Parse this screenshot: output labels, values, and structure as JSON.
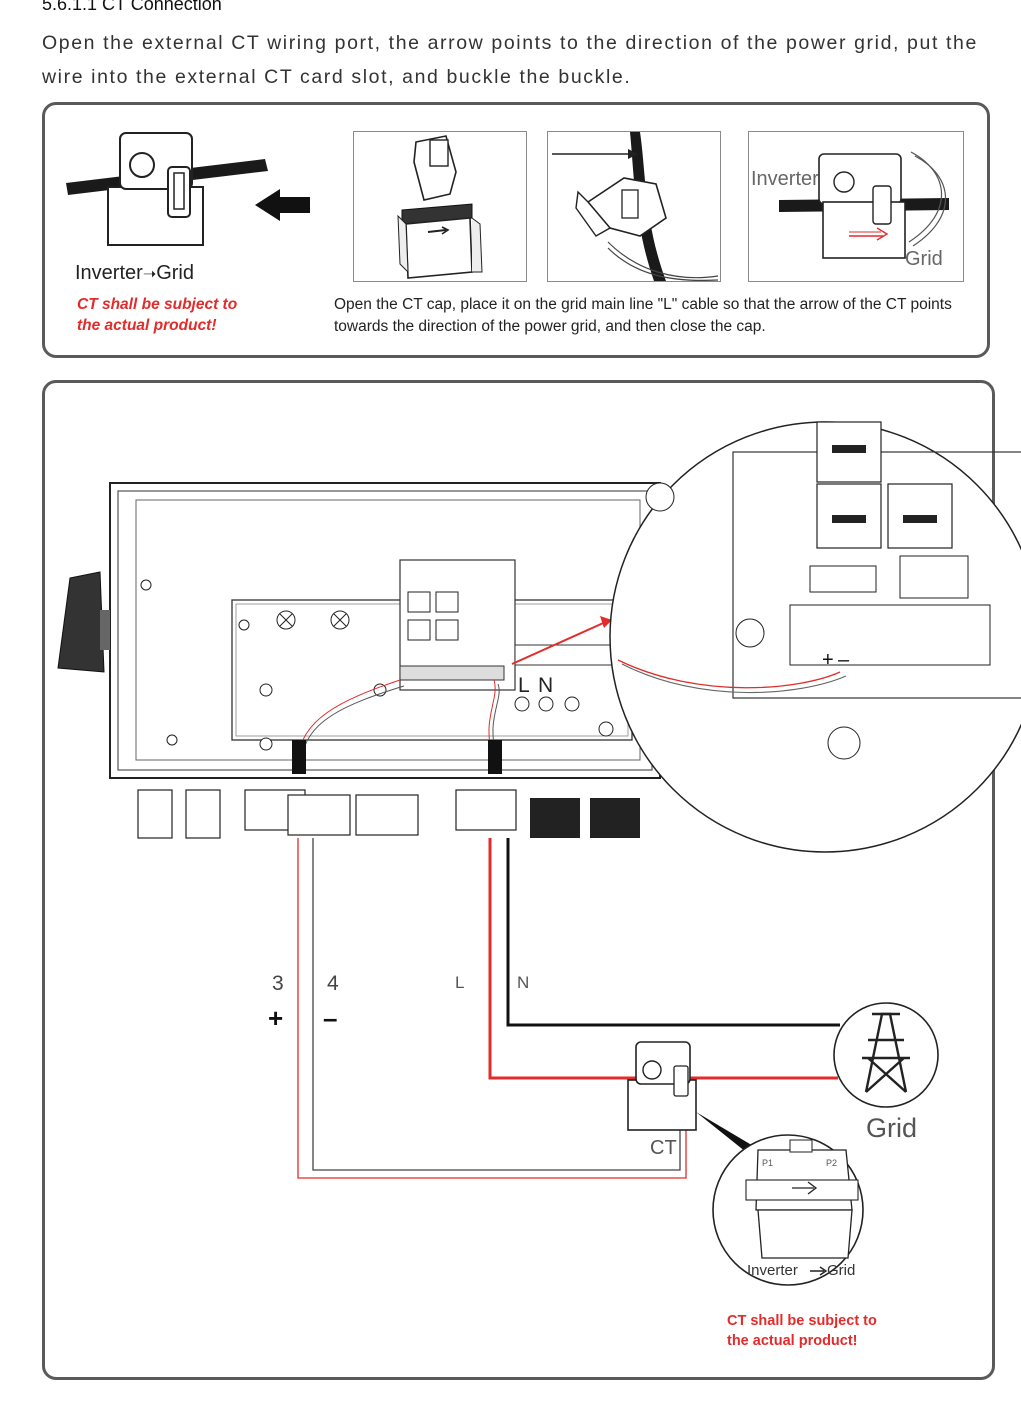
{
  "section": {
    "heading": "5.6.1.1  CT Connection",
    "intro": "Open the external CT wiring port, the arrow points to the direction of the power grid, put the wire into the external CT card slot, and buckle the buckle."
  },
  "top_panel": {
    "ct_label": "Inverter→Grid",
    "ct_label_inverter": "Inverter",
    "ct_label_grid": "Grid",
    "warning_line1": "CT shall be subject to",
    "warning_line2": "the actual product!",
    "photo3_inverter": "Inverter",
    "photo3_grid": "Grid",
    "instruction": "Open the CT cap, place it on the grid main line \"L\" cable so that the arrow of the CT points towards the direction of the power grid, and then close the cap."
  },
  "diagram": {
    "terminal_3": "3",
    "terminal_4": "4",
    "plus": "+",
    "minus": "–",
    "line_L": "L",
    "line_N": "N",
    "board_L": "L",
    "board_N": "N",
    "zoom_plus": "+",
    "zoom_minus": "–",
    "grid_label": "Grid",
    "ct_label": "CT",
    "ct_detail_inverter": "Inverter",
    "ct_detail_grid": "Grid",
    "ct_detail_p1": "P1",
    "ct_detail_p2": "P2",
    "warning_line1": "CT shall be subject to",
    "warning_line2": "the actual product!"
  },
  "colors": {
    "border": "#5a5a5a",
    "warning": "#e32b2b",
    "wire_red": "#e32b2b",
    "wire_black": "#111111"
  }
}
